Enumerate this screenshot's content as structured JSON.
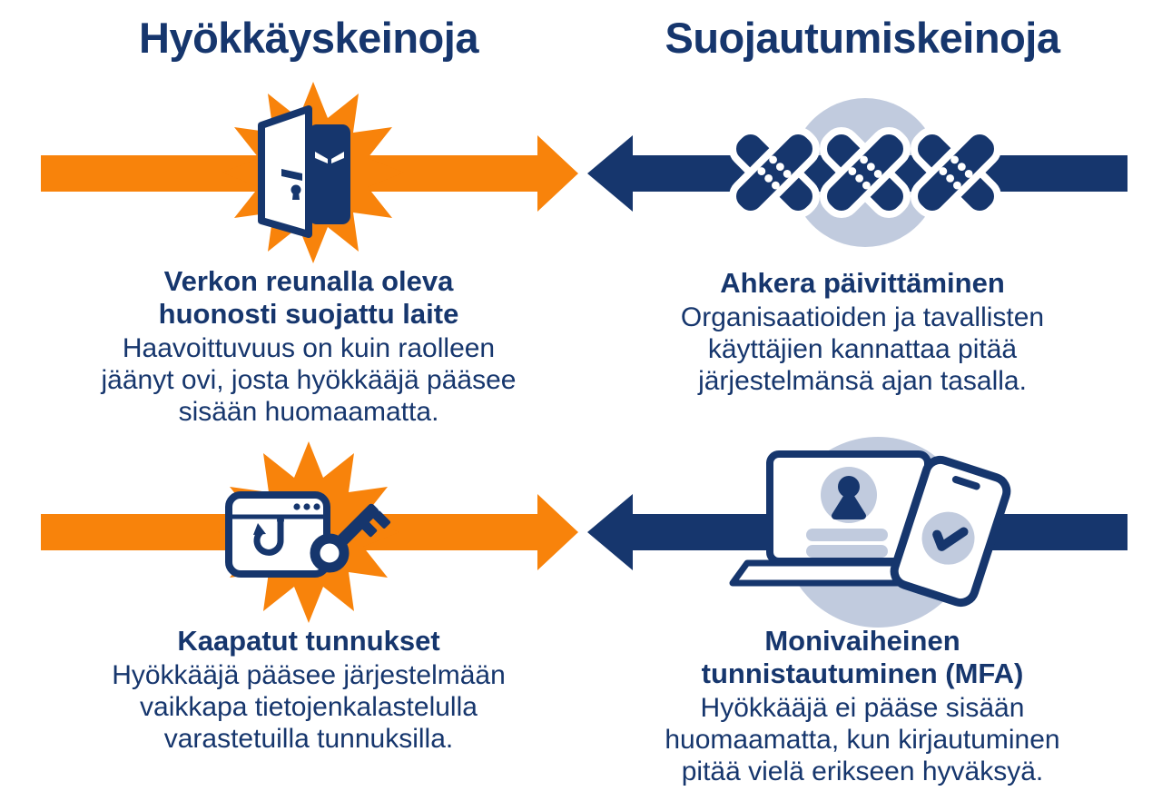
{
  "colors": {
    "orange": "#F8830B",
    "navy": "#16366D",
    "light_blue": "#C1CBDE",
    "background": "#FFFFFF"
  },
  "columns": {
    "left": {
      "heading": "Hyökkäyskeinoja"
    },
    "right": {
      "heading": "Suojautumiskeinoja"
    }
  },
  "rows": [
    {
      "attack": {
        "icon": "open-door-intruder-icon",
        "title": "Verkon reunalla oleva\nhuonosti suojattu laite",
        "description": "Haavoittuvuus on kuin raolleen\njäänyt ovi, josta hyökkääjä pääsee\nsisään huomaamatta."
      },
      "defense": {
        "icon": "security-patches-icon",
        "title": "Ahkera päivittäminen",
        "description": "Organisaatioiden ja tavallisten\nkäyttäjien kannattaa pitää\njärjestelmänsä ajan tasalla."
      }
    },
    {
      "attack": {
        "icon": "phishing-hook-and-key-icon",
        "title": "Kaapatut tunnukset",
        "description": "Hyökkääjä pääsee järjestelmään\nvaikkapa tietojenkalastelulla\nvarastetuilla tunnuksilla."
      },
      "defense": {
        "icon": "mfa-laptop-phone-icon",
        "title": "Monivaiheinen\ntunnistautuminen (MFA)",
        "description": "Hyökkääjä ei pääse sisään\nhuomaamatta, kun kirjautuminen\npitää vielä erikseen hyväksyä."
      }
    }
  ]
}
